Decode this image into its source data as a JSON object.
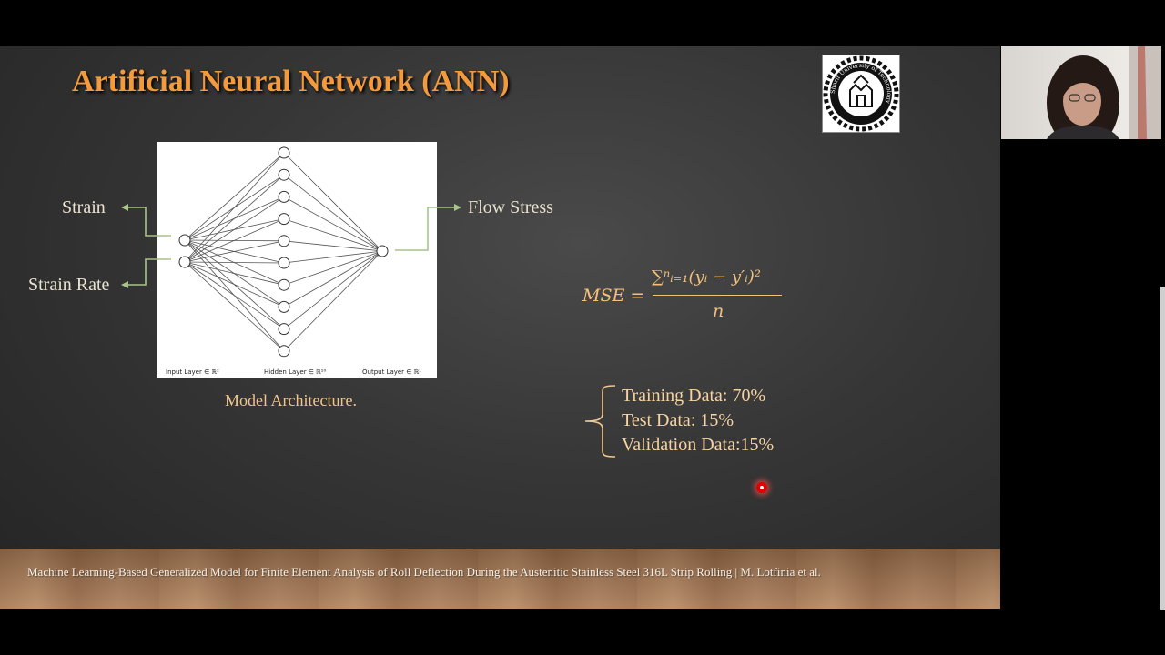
{
  "slide": {
    "title": "Artificial Neural Network (ANN)",
    "inputs": [
      "Strain",
      "Strain Rate"
    ],
    "output": "Flow Stress",
    "diagram_labels": {
      "input": "Input Layer ∈ ℝ²",
      "hidden": "Hidden Layer ∈ ℝ¹⁰",
      "output": "Output Layer ∈ ℝ¹"
    },
    "caption": "Model Architecture.",
    "formula": {
      "lhs": "MSE =",
      "numerator": "∑ⁿᵢ₌₁(yᵢ − y′ᵢ)²",
      "denominator": "n"
    },
    "data_split": [
      "Training Data: 70%",
      "Test Data: 15%",
      "Validation Data:15%"
    ],
    "footer": "Machine Learning-Based Generalized Model for Finite Element Analysis of Roll Deflection During the Austenitic Stainless Steel 316L Strip Rolling | M. Lotfinia et al.",
    "logo_text": "Sharif University of Technology"
  },
  "colors": {
    "title": "#f39a3c",
    "arrow": "#a7c48a",
    "formula": "#f5c07a",
    "text_light": "#e9e3cf"
  }
}
